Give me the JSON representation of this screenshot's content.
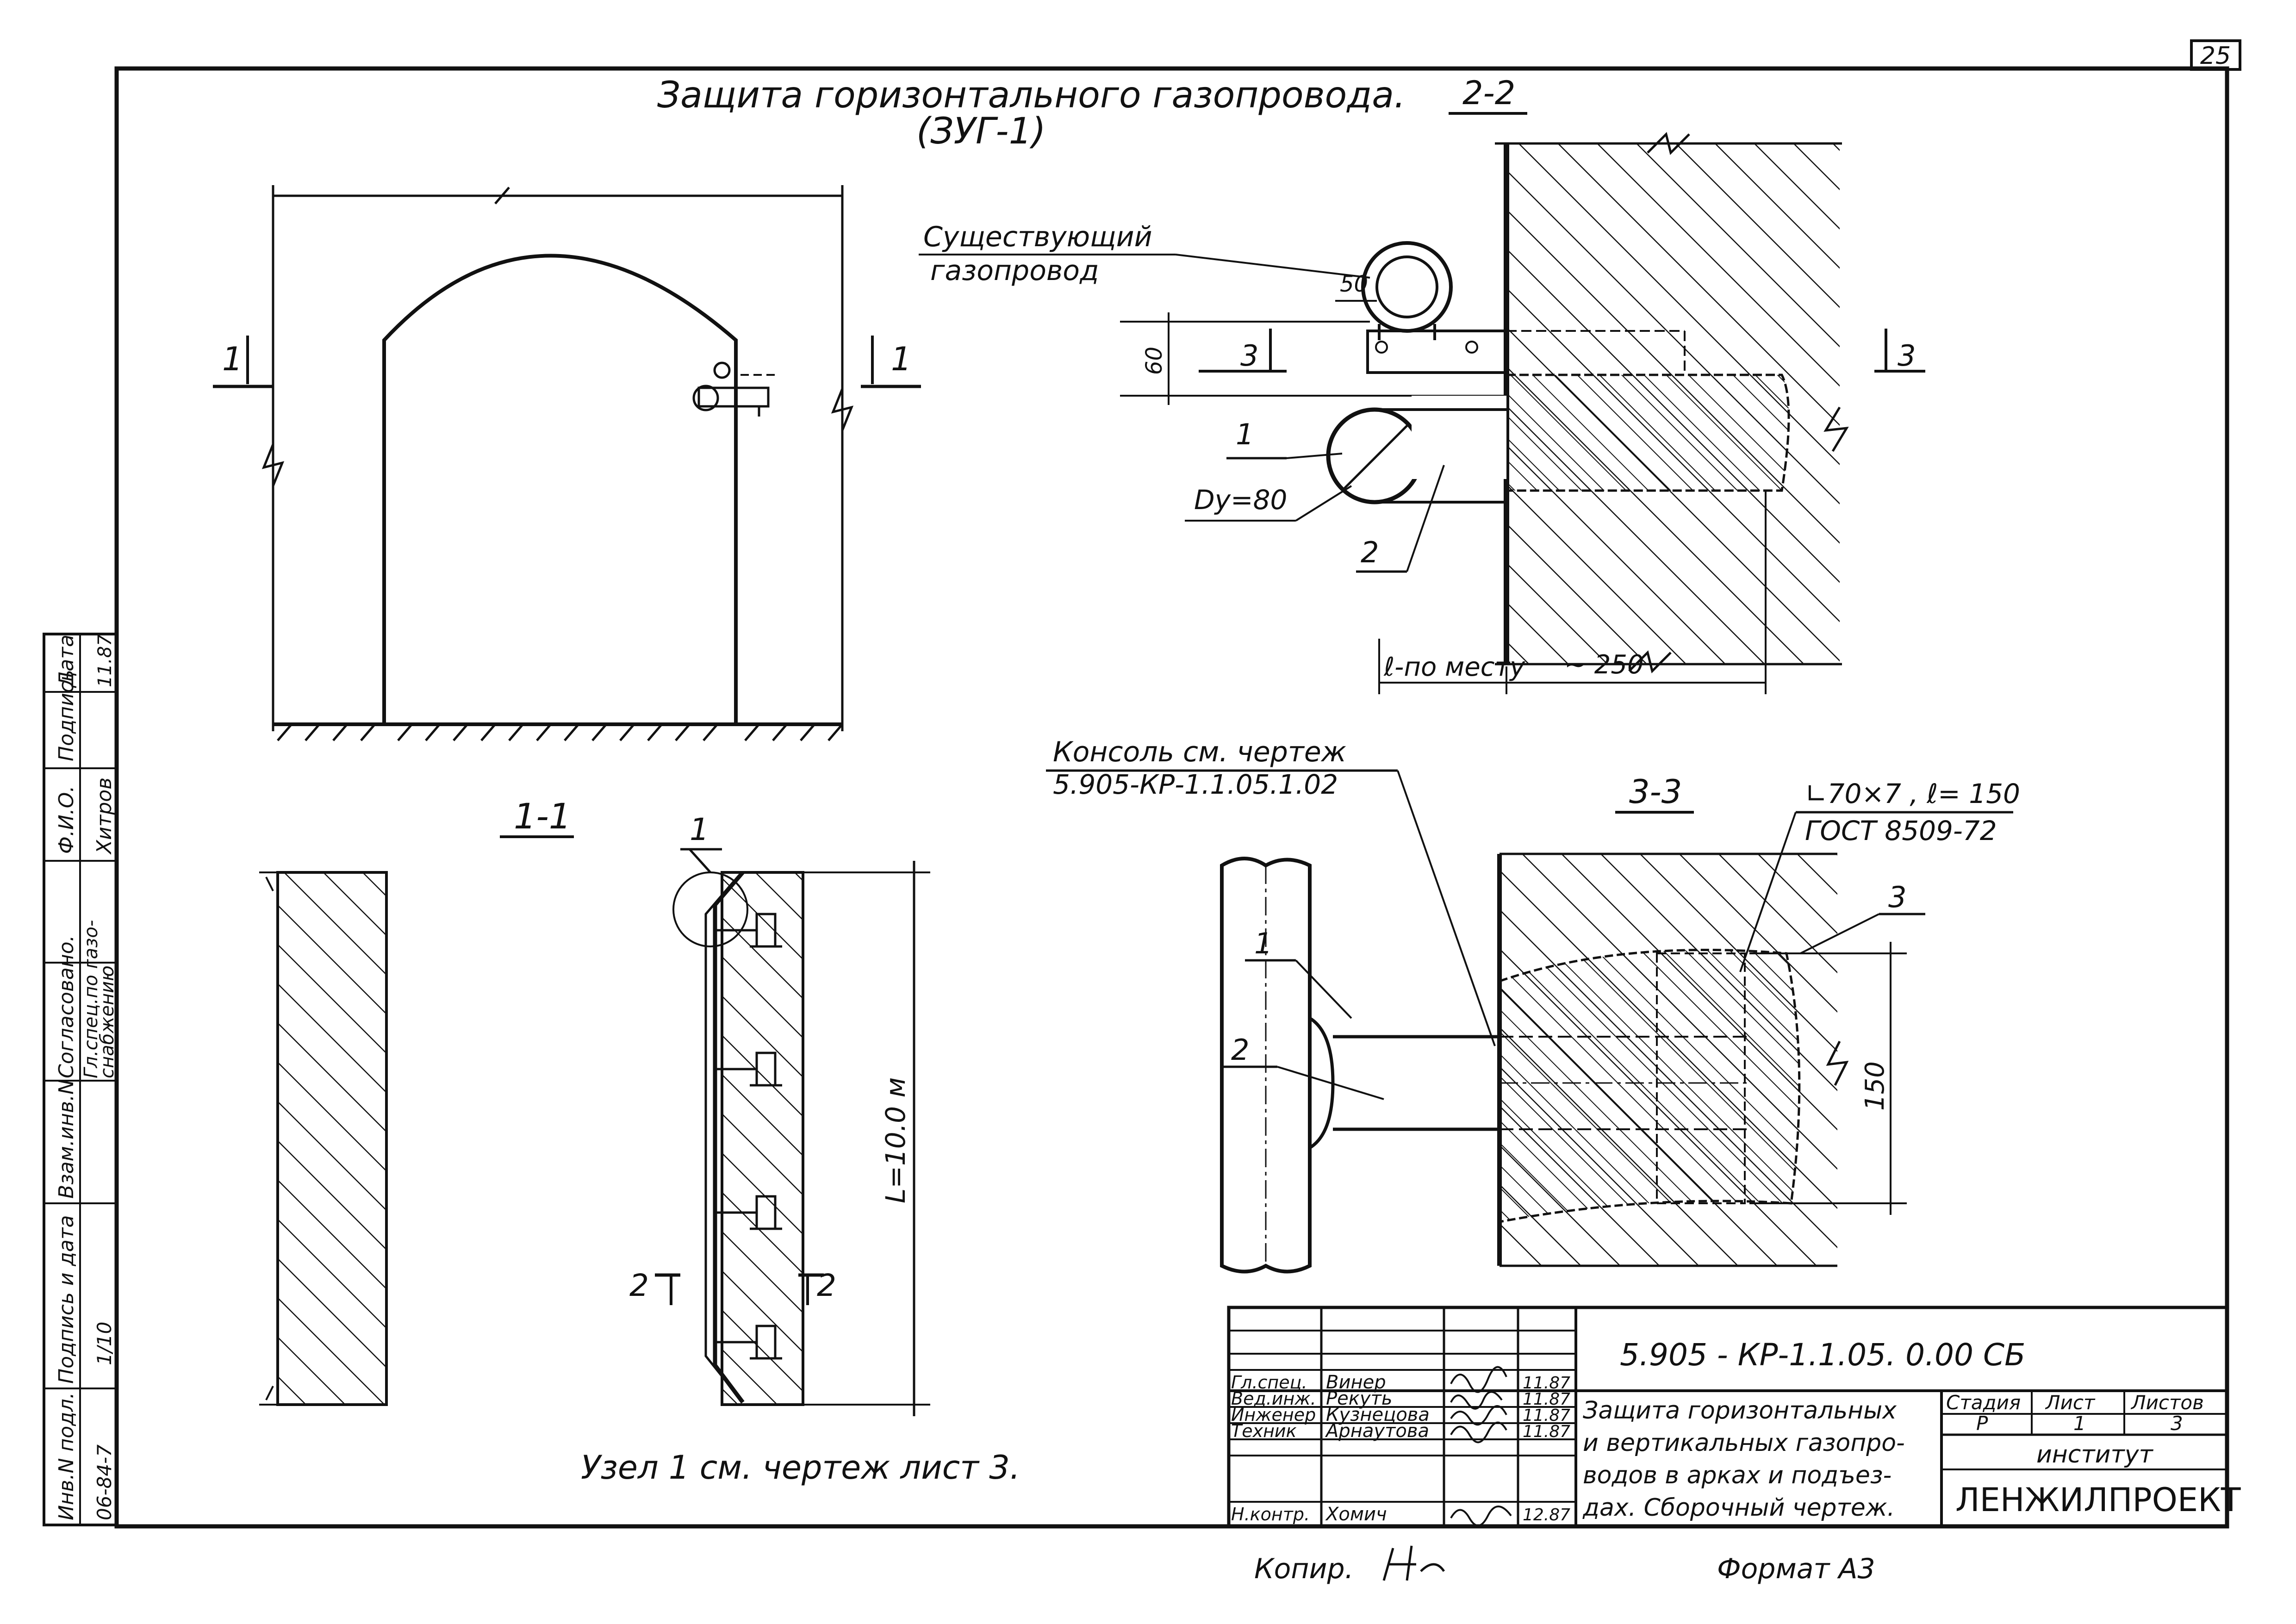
{
  "sheet_number": "25",
  "title": {
    "line1": "Защита горизонтального газопровода.",
    "line2": "(ЗУГ-1)"
  },
  "views": {
    "elevation_markers": {
      "left": "1",
      "right": "1"
    },
    "section_1_1": {
      "label": "1-1",
      "callout": "1",
      "dimension": "L=10.0 м",
      "cut_left": "2",
      "cut_right": "2",
      "note": "Узел 1 см. чертеж лист 3."
    },
    "section_2_2": {
      "label": "2-2",
      "existing_pipe": [
        "Существующий",
        "газопровод"
      ],
      "dim_50": "50",
      "dim_60": "60",
      "marker_3_left": "3",
      "marker_3_right": "3",
      "callout_1": "1",
      "diameter": "Dу=80",
      "callout_2": "2",
      "dim_l": "ℓ-по месту",
      "dim_250": "~ 250"
    },
    "section_3_3": {
      "label": "3-3",
      "console_ref": [
        "Консоль см. чертеж",
        "5.905-КР-1.1.05.1.02"
      ],
      "angle_spec": [
        "∟70×7 , ℓ= 150",
        "ГОСТ 8509-72"
      ],
      "callout_1": "1",
      "callout_2": "2",
      "callout_3": "3",
      "dim_150": "150"
    }
  },
  "side_stamp": {
    "agreed": "Согласовано.",
    "col_fio": "Ф.И.О.",
    "col_sign": "Подпись",
    "col_date": "Дата",
    "row_role": [
      "Гл.спец.по газо-",
      "снабжению"
    ],
    "row_name": "Хитров",
    "row_date": "11.87",
    "inv_fields": [
      "Инв.N подл.",
      "Подпись и дата",
      "Взам.инв.N"
    ],
    "inv_value": "06-84-7",
    "date_value": "1/10"
  },
  "title_block": {
    "code": "5.905 - КР-1.1.05. 0.00 СБ",
    "staff": [
      {
        "role": "Гл.спец.",
        "name": "Винер",
        "date": "11.87"
      },
      {
        "role": "Вед.инж.",
        "name": "Рекуть",
        "date": "11.87"
      },
      {
        "role": "Инженер",
        "name": "Кузнецова",
        "date": "11.87"
      },
      {
        "role": "Техник",
        "name": "Арнаутова",
        "date": "11.87"
      },
      {
        "role": "Н.контр.",
        "name": "Хомич",
        "date": "12.87"
      }
    ],
    "description": [
      "Защита горизонтальных",
      "и вертикальных газопро-",
      "водов в арках и подъез-",
      "дах. Сборочный чертеж."
    ],
    "stage_label": "Стадия",
    "sheet_label": "Лист",
    "sheets_label": "Листов",
    "stage": "Р",
    "sheet": "1",
    "sheets": "3",
    "institute_label": "институт",
    "institute": "ЛЕНЖИЛПРОЕКТ"
  },
  "footer": {
    "copied": "Копир.",
    "format": "Формат А3"
  }
}
